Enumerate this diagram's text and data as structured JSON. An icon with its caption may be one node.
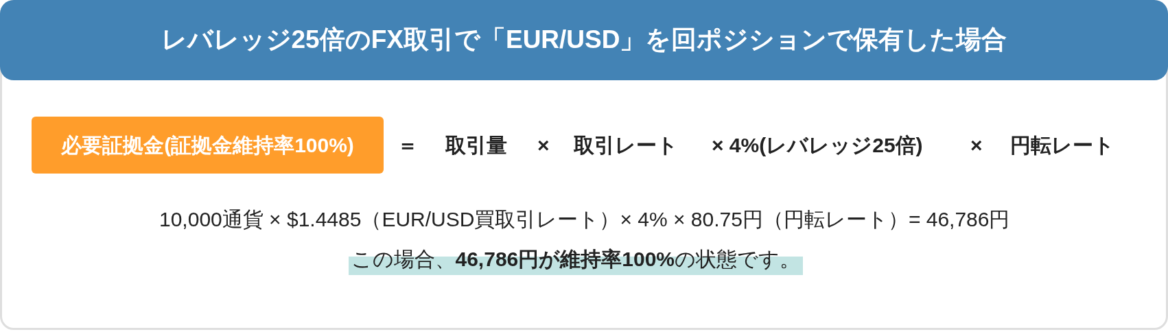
{
  "diagram": {
    "title": "レバレッジ25倍のFX取引で「EUR/USD」を回ポジションで保有した場合",
    "nodes": [
      {
        "text": [
          "必要証拠金(証拠金維持率100%)"
        ]
      }
    ],
    "labels": [
      "＝",
      "取引量",
      "×",
      "取引レート",
      "× 4%(レバレッジ25倍)",
      "×",
      "円転レート",
      "10,000通貨 × $1.4485（EUR/USD買取引レート）× 4% × 80.75円（円転レート）= 46,786円",
      "この場合、**46,786円が維持率100%**の状態です。"
    ]
  }
}
